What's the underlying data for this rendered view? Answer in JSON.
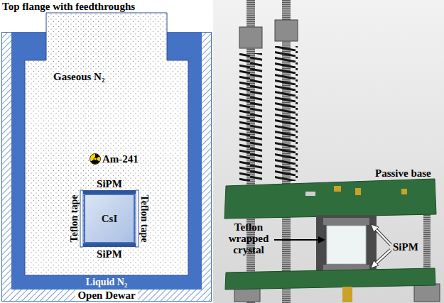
{
  "diagram": {
    "nodes": [
      {
        "text": [
          "Open Dewar"
        ]
      },
      {
        "text": [
          "Liquid N₂"
        ],
        "in": 0
      },
      {
        "text": [
          "Gaseous N₂"
        ],
        "in": 1
      },
      {
        "text": [
          "CsI"
        ],
        "in": 2
      }
    ],
    "labels": [
      "Top flange with feedthroughs",
      "Am-241",
      "SiPM",
      "SiPM",
      "Teflon tape",
      "Teflon tape",
      "Passive base",
      "Teflon wrapped crystal",
      "SiPM"
    ]
  }
}
